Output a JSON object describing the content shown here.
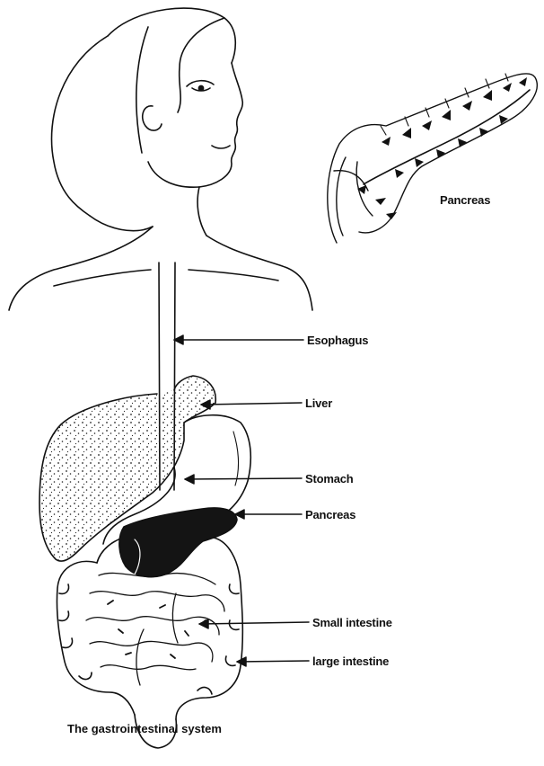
{
  "labels": {
    "pancreas_detail": "Pancreas",
    "esophagus": "Esophagus",
    "liver": "Liver",
    "stomach": "Stomach",
    "pancreas": "Pancreas",
    "small_intestine": "Small intestine",
    "large_intestine": "large intestine"
  },
  "caption": "The gastrointestinal system",
  "colors": {
    "ink": "#111111",
    "background": "#ffffff",
    "pancreas_fill": "#141414"
  }
}
